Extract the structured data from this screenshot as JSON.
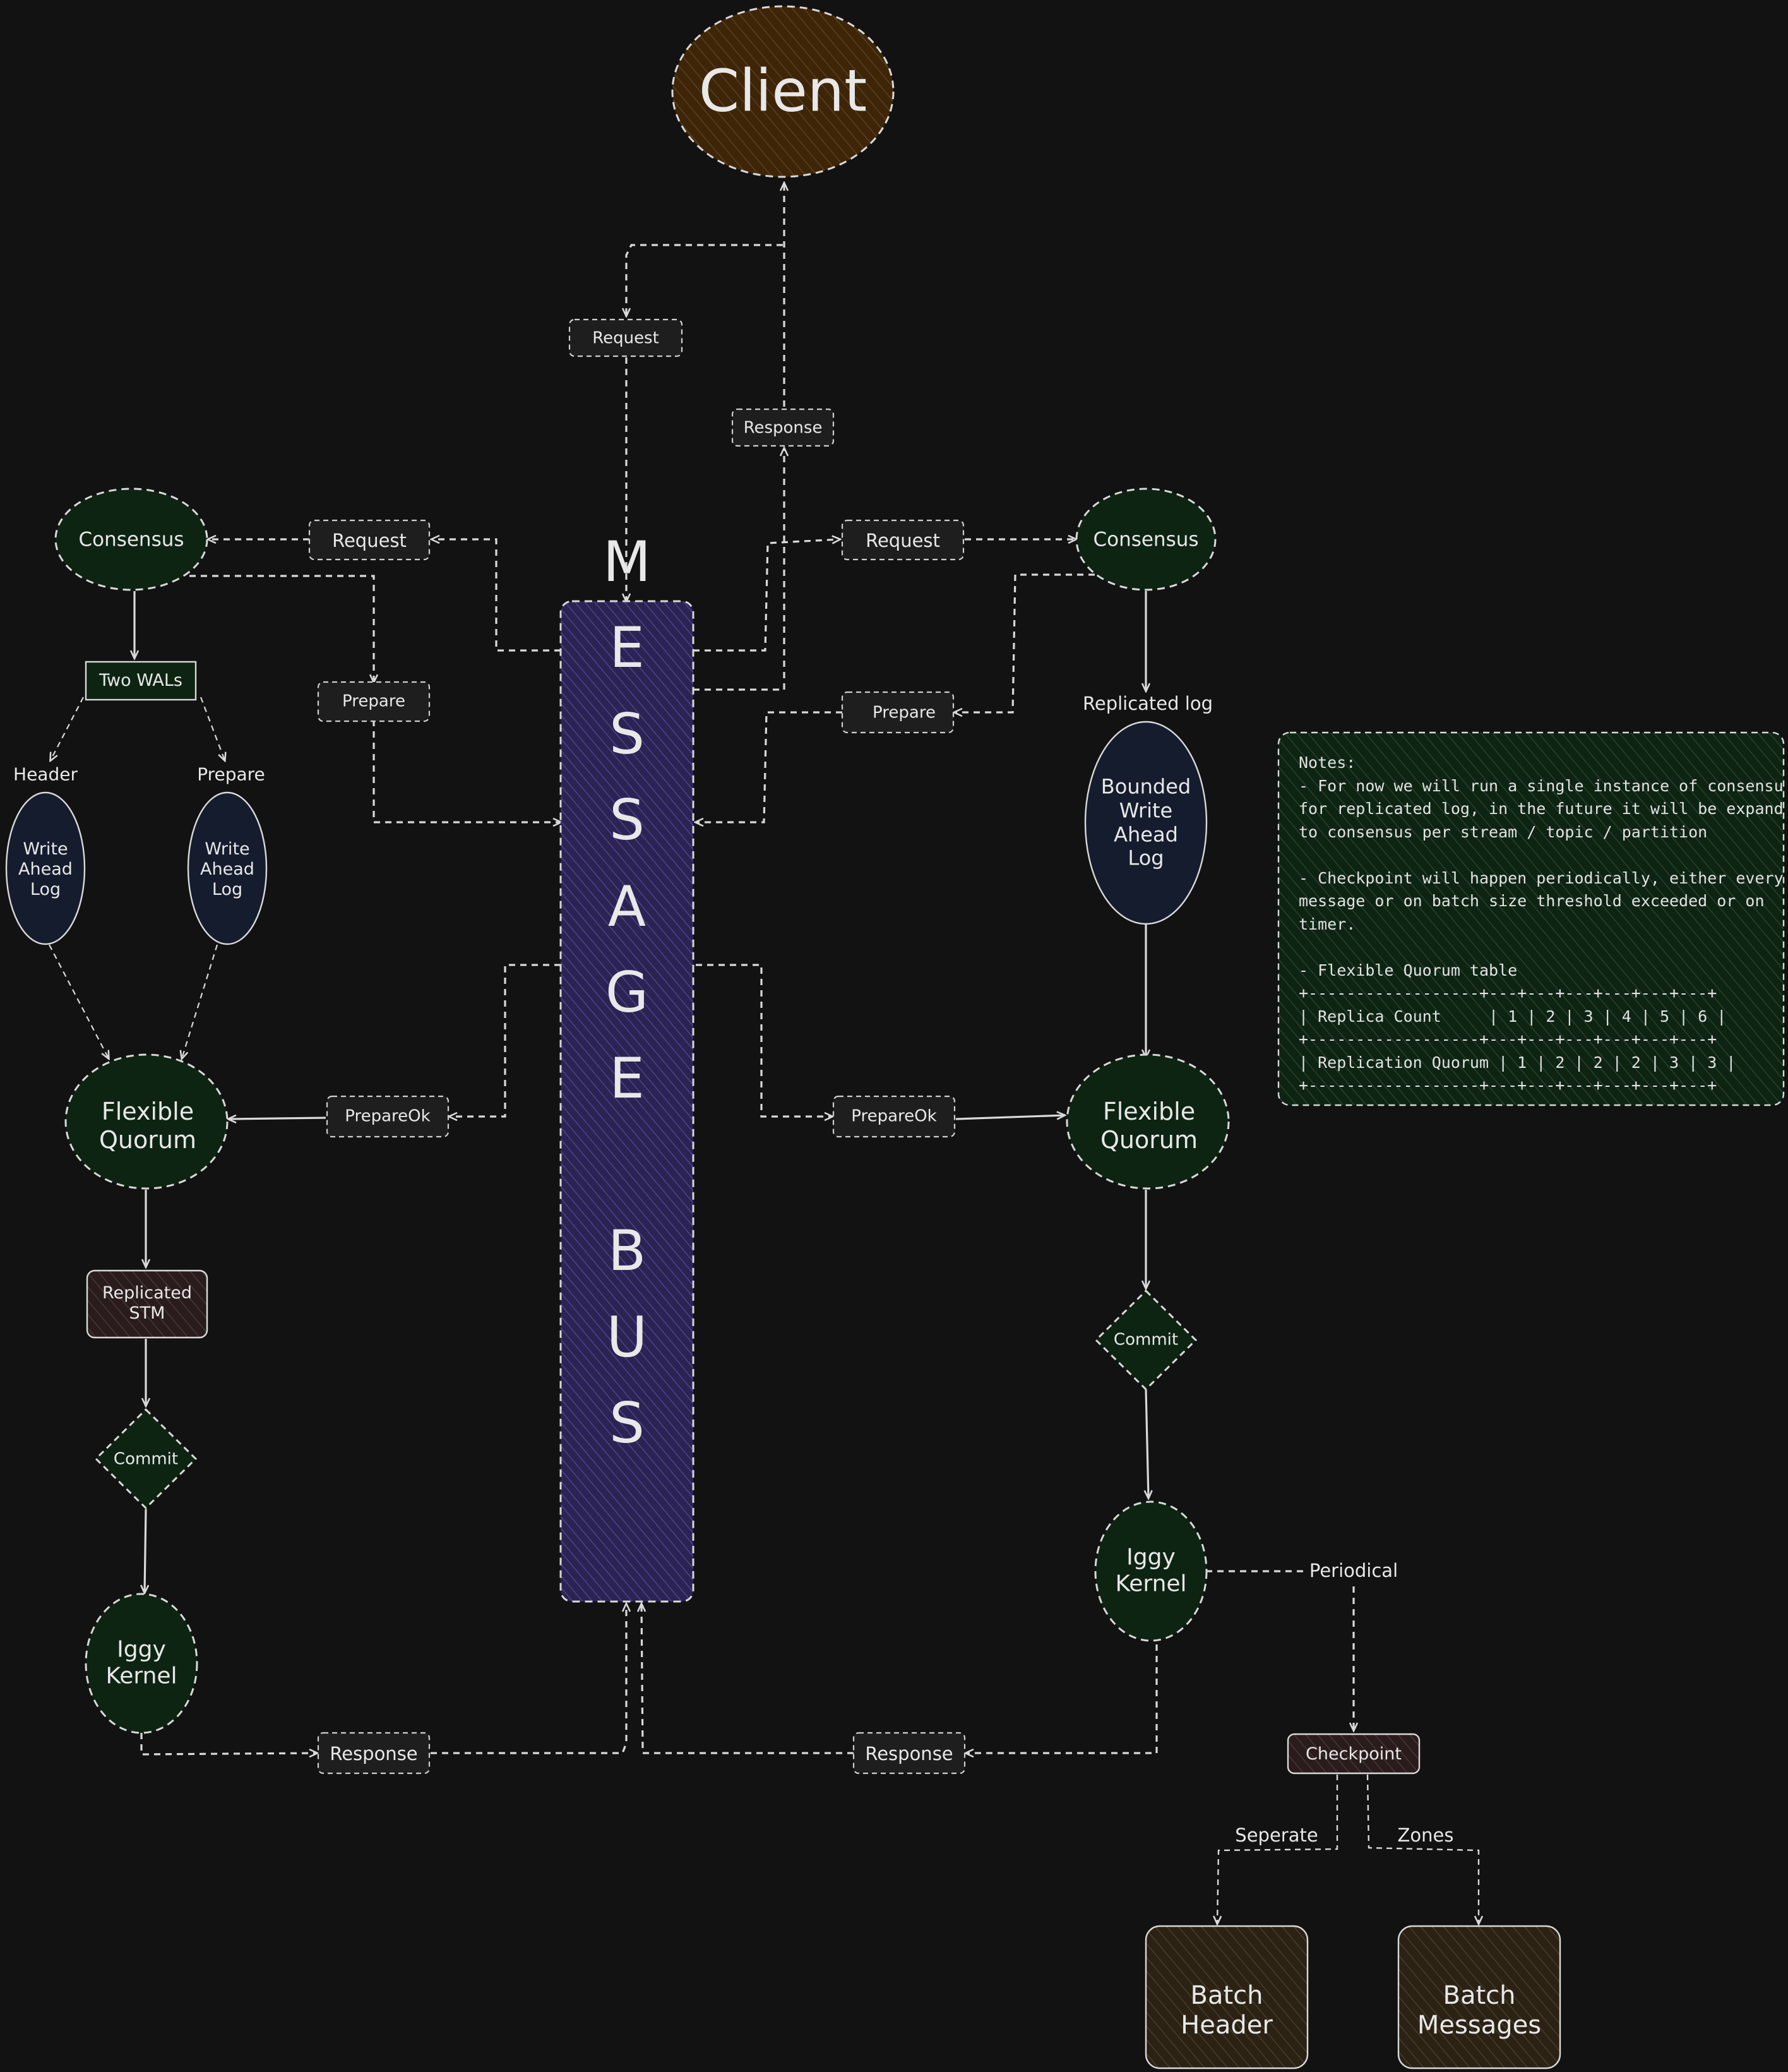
{
  "colors": {
    "background": "#121212",
    "stroke": "#d9d9d9",
    "client_fill": "#3f2508",
    "bus_fill": "#2b2352",
    "green_fill": "#0e2413",
    "navy_fill": "#151c2e",
    "label_fill": "#1e1e1e",
    "stm_fill": "#2a1c1c",
    "batch_fill": "#2b2214"
  },
  "nodes": {
    "client": "Client",
    "message_bus": "MESSAGE BUS",
    "left": {
      "consensus": "Consensus",
      "two_wals": "Two WALs",
      "header_caption": "Header",
      "prepare_caption": "Prepare",
      "wal_header": "Write\nAhead\nLog",
      "wal_prepare": "Write\nAhead\nLog",
      "flexible_quorum": "Flexible\nQuorum",
      "replicated_stm": "Replicated\nSTM",
      "commit": "Commit",
      "iggy_kernel": "Iggy\nKernel"
    },
    "right": {
      "consensus": "Consensus",
      "replicated_log_caption": "Replicated log",
      "bounded_wal": "Bounded\nWrite\nAhead\nLog",
      "flexible_quorum": "Flexible\nQuorum",
      "commit": "Commit",
      "iggy_kernel": "Iggy\nKernel",
      "periodical": "Periodical",
      "checkpoint": "Checkpoint",
      "seperate": "Seperate",
      "zones": "Zones",
      "batch_header": "Batch\nHeader",
      "batch_messages": "Batch\nMessages"
    }
  },
  "edge_labels": {
    "client_request": "Request",
    "client_response": "Response",
    "left_request": "Request",
    "left_prepare": "Prepare",
    "left_prepare_ok": "PrepareOk",
    "left_response": "Response",
    "right_request": "Request",
    "right_prepare": "Prepare",
    "right_prepare_ok": "PrepareOk",
    "right_response": "Response"
  },
  "notes": "Notes:\n- For now we will run a single instance of consensus\nfor replicated log, in the future it will be expanded\nto consensus per stream / topic / partition\n\n- Checkpoint will happen periodically, either every N'th\nmessage or on batch size threshold exceeded or on\ntimer.\n\n- Flexible Quorum table\n+------------------+---+---+---+---+---+---+\n| Replica Count     | 1 | 2 | 3 | 4 | 5 | 6 |\n+------------------+---+---+---+---+---+---+\n| Replication Quorum | 1 | 2 | 2 | 2 | 3 | 3 |\n+------------------+---+---+---+---+---+---+"
}
